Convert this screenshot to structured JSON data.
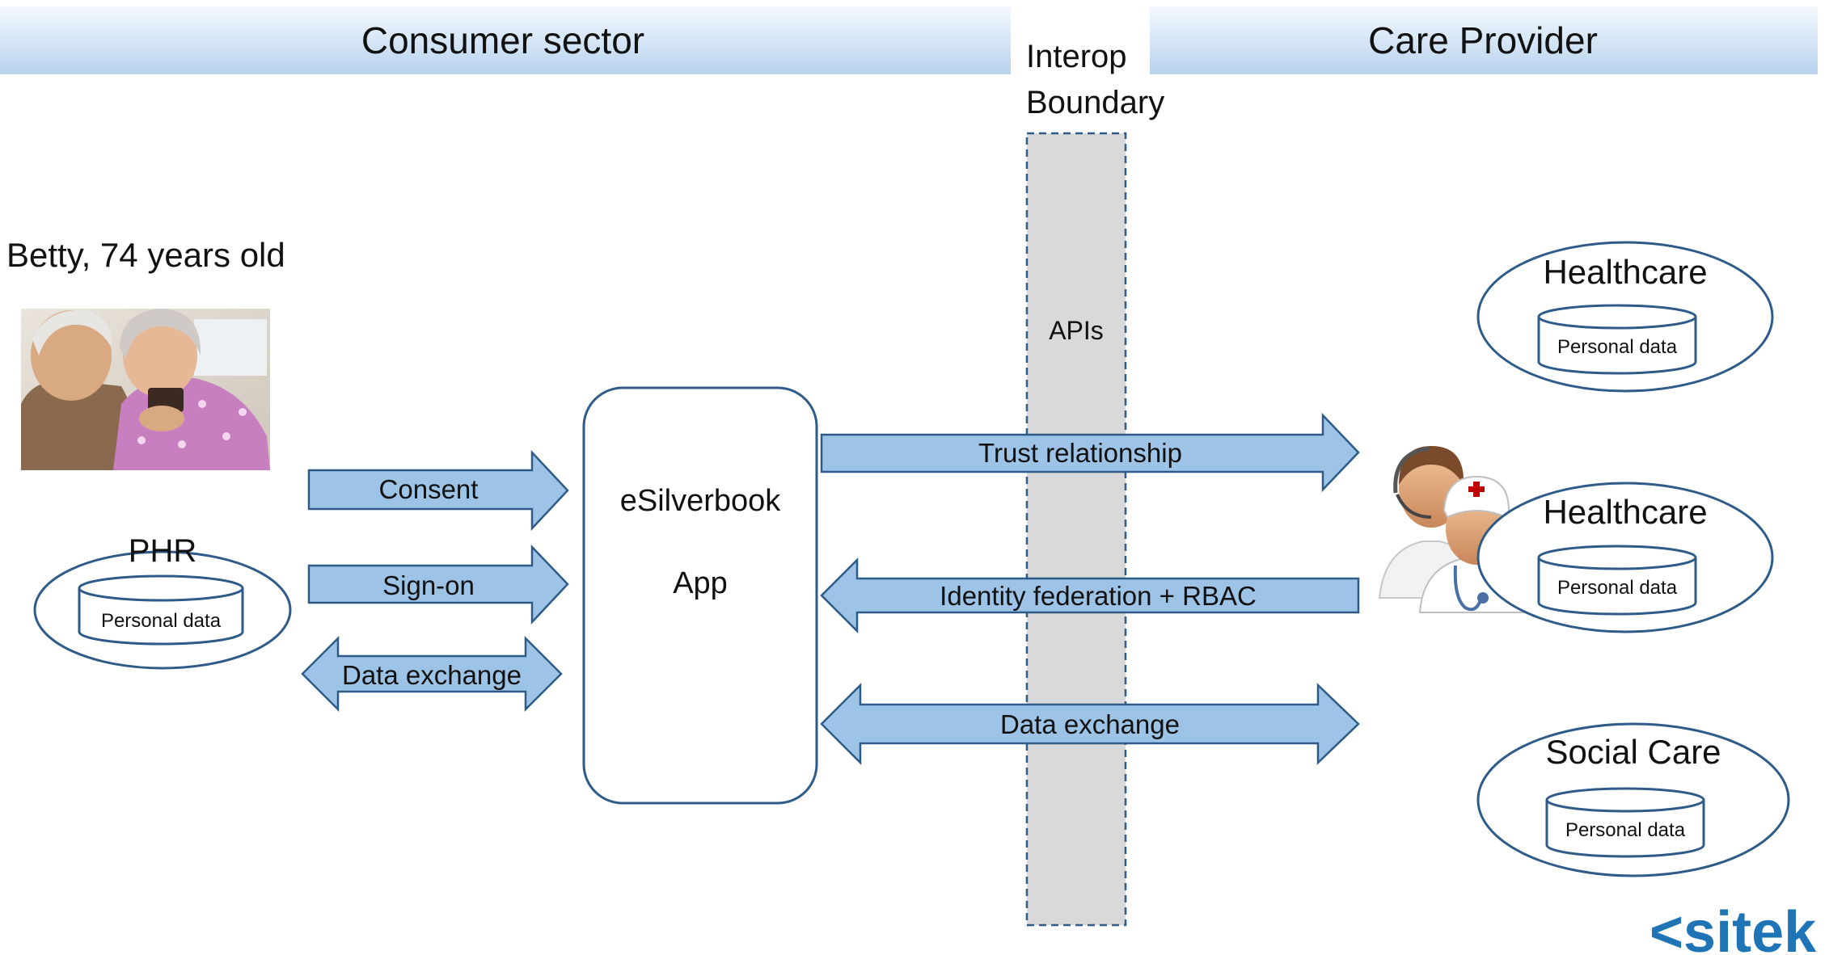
{
  "header": {
    "consumer_sector": "Consumer sector",
    "care_provider": "Care Provider",
    "interop_line1": "Interop",
    "interop_line2": "Boundary"
  },
  "consumer": {
    "name": "Betty, 74 years old",
    "phr_title": "PHR",
    "phr_store": "Personal data"
  },
  "app": {
    "line1": "eSilverbook",
    "line2": "App"
  },
  "boundary": {
    "apis": "APIs"
  },
  "arrows": {
    "consent": "Consent",
    "sign_on": "Sign-on",
    "data_exchange_left": "Data exchange",
    "trust": "Trust relationship",
    "identity": "Identity federation + RBAC",
    "data_exchange_right": "Data exchange"
  },
  "providers": [
    {
      "title": "Healthcare",
      "store": "Personal data"
    },
    {
      "title": "Healthcare",
      "store": "Personal data"
    },
    {
      "title": "Social Care",
      "store": "Personal data"
    }
  ],
  "logo": {
    "text": "<sitek"
  },
  "colors": {
    "arrow_fill": "#9dc3e6",
    "outline": "#2e5b88",
    "boundary_fill": "#d9d9d9",
    "banner": "#c6dcf0"
  }
}
